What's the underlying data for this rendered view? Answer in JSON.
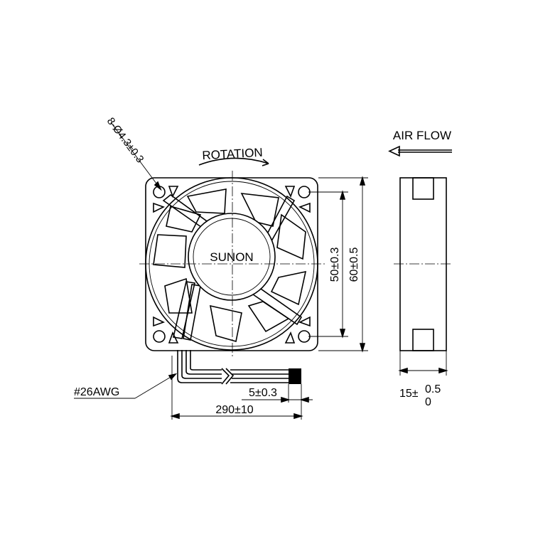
{
  "labels": {
    "hole_spec": "8-Ø4.3±0.3",
    "rotation": "ROTATION",
    "brand": "SUNON",
    "air_flow": "AIR FLOW",
    "dim_50": "50±0.3",
    "dim_60": "60±0.5",
    "wire_gauge": "#26AWG",
    "dim_strip": "5±0.3",
    "dim_lead": "290±10",
    "dim_thick_base": "15±",
    "dim_thick_upper": "0.5",
    "dim_thick_lower": "0"
  },
  "colors": {
    "line": "#000000",
    "background": "#ffffff"
  }
}
